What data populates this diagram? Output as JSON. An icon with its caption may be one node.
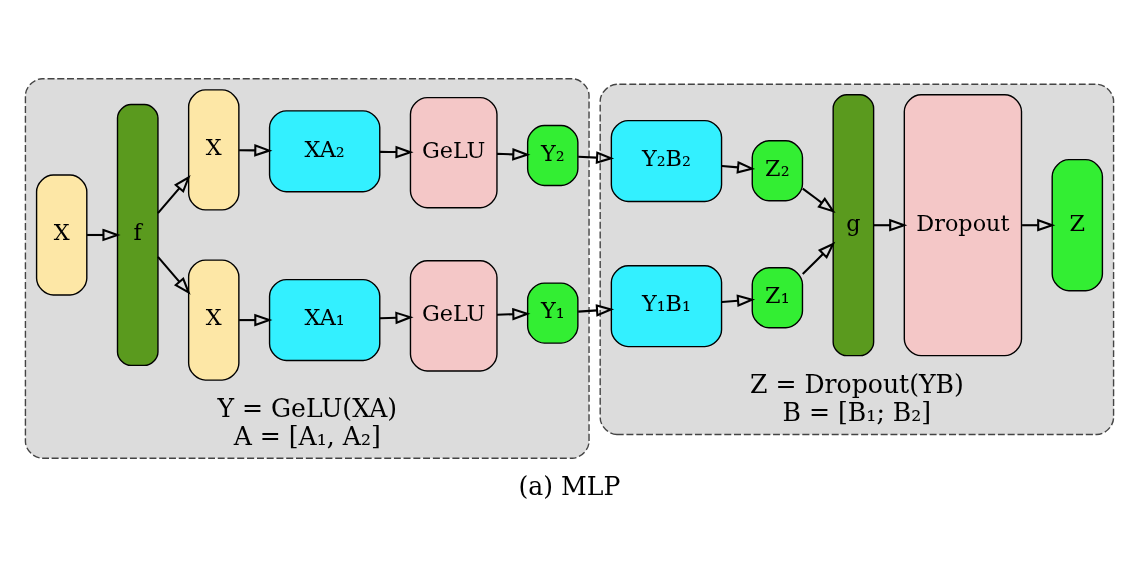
{
  "diagram": {
    "caption": "(a) MLP",
    "nodes": [
      {
        "text": [
          "Y = GeLU(XA)",
          "A = [A₁, A₂]"
        ]
      },
      {
        "text": [
          "X"
        ],
        "in": 0
      },
      {
        "text": [
          "f"
        ],
        "in": 0
      },
      {
        "text": [
          "X"
        ],
        "in": 0
      },
      {
        "text": [
          "XA₁"
        ],
        "in": 0
      },
      {
        "text": [
          "GeLU"
        ],
        "in": 0
      },
      {
        "text": [
          "Y₁"
        ],
        "in": 0
      },
      {
        "text": [
          "X"
        ],
        "in": 0
      },
      {
        "text": [
          "XA₂"
        ],
        "in": 0
      },
      {
        "text": [
          "GeLU"
        ],
        "in": 0
      },
      {
        "text": [
          "Y₂"
        ],
        "in": 0
      },
      {
        "text": [
          "Z = Dropout(YB)",
          "B = [B₁; B₂]"
        ]
      },
      {
        "text": [
          "Y₁B₁"
        ],
        "in": 11
      },
      {
        "text": [
          "Z₁"
        ],
        "in": 11
      },
      {
        "text": [
          "Y₂B₂"
        ],
        "in": 11
      },
      {
        "text": [
          "Z₂"
        ],
        "in": 11
      },
      {
        "text": [
          "g"
        ],
        "in": 11
      },
      {
        "text": [
          "Dropout"
        ],
        "in": 11
      },
      {
        "text": [
          "Z"
        ],
        "in": 11
      }
    ],
    "edges": [
      {
        "from": 1,
        "to": 2,
        "arrow": "to"
      },
      {
        "from": 2,
        "to": 3,
        "arrow": "to"
      },
      {
        "from": 2,
        "to": 7,
        "arrow": "to"
      },
      {
        "from": 3,
        "to": 4,
        "arrow": "to"
      },
      {
        "from": 4,
        "to": 5,
        "arrow": "to"
      },
      {
        "from": 5,
        "to": 6,
        "arrow": "to"
      },
      {
        "from": 7,
        "to": 8,
        "arrow": "to"
      },
      {
        "from": 8,
        "to": 9,
        "arrow": "to"
      },
      {
        "from": 9,
        "to": 10,
        "arrow": "to"
      },
      {
        "from": 6,
        "to": 12,
        "arrow": "to"
      },
      {
        "from": 10,
        "to": 14,
        "arrow": "to"
      },
      {
        "from": 12,
        "to": 13,
        "arrow": "to"
      },
      {
        "from": 14,
        "to": 15,
        "arrow": "to"
      },
      {
        "from": 13,
        "to": 16,
        "arrow": "to"
      },
      {
        "from": 15,
        "to": 16,
        "arrow": "to"
      },
      {
        "from": 16,
        "to": 17,
        "arrow": "to"
      },
      {
        "from": 17,
        "to": 18,
        "arrow": "to"
      }
    ]
  }
}
